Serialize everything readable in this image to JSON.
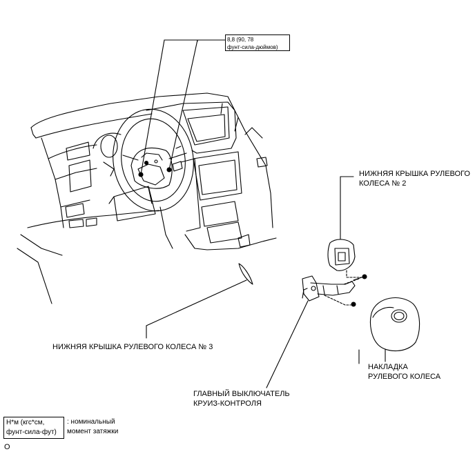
{
  "torque": {
    "line1": "8,8 (90, 78",
    "line2": "фунт-сила-дюймов)"
  },
  "labels": {
    "lower_cover_2_line1": "НИЖНЯЯ КРЫШКА РУЛЕВОГО",
    "lower_cover_2_line2": "КОЛЕСА № 2",
    "lower_cover_3": "НИЖНЯЯ КРЫШКА РУЛЕВОГО КОЛЕСА № 3",
    "pad_line1": "НАКЛАДКА",
    "pad_line2": "РУЛЕВОГО КОЛЕСА",
    "switch_line1": "ГЛАВНЫЙ ВЫКЛЮЧАТЕЛЬ",
    "switch_line2": "КРУИЗ-КОНТРОЛЯ"
  },
  "legend": {
    "unit_line1": "Н*м (кгс*см,",
    "unit_line2": "фунт-сила-фут)",
    "desc_line1": ": номинальный",
    "desc_line2": "момент затяжки"
  },
  "footer_code": "O"
}
